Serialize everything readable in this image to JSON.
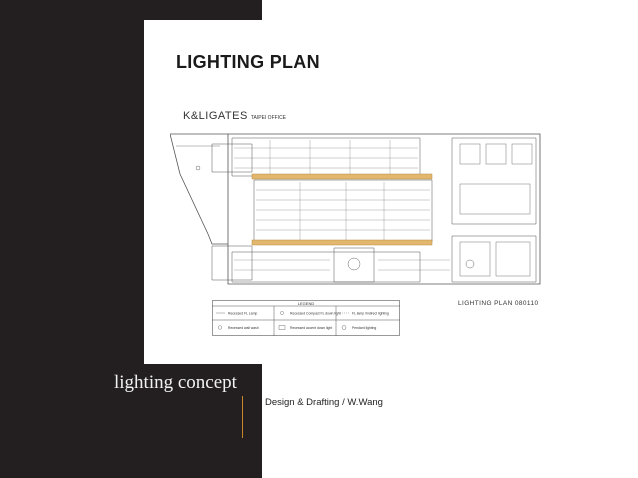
{
  "slide": {
    "title": "LIGHTING PLAN",
    "concept_text": "lighting concept",
    "credit": "Design & Drafting / W.Wang"
  },
  "plan": {
    "header": "K&LIGATES",
    "header_sub": "TAIPEI OFFICE",
    "caption": "LIGHTING  PLAN     080110",
    "legend": {
      "title": "LEGEND",
      "items": [
        "Recessed FL Lamp",
        "Recessed Compact FL down light",
        "FL lamp /Indirect lighting",
        "Recessed wall wash",
        "Recessed accent down light",
        "Pendant lighting"
      ]
    }
  },
  "colors": {
    "dark_panel": "#231f20",
    "accent": "#c8862a",
    "light_strip": "#e2b86e"
  }
}
